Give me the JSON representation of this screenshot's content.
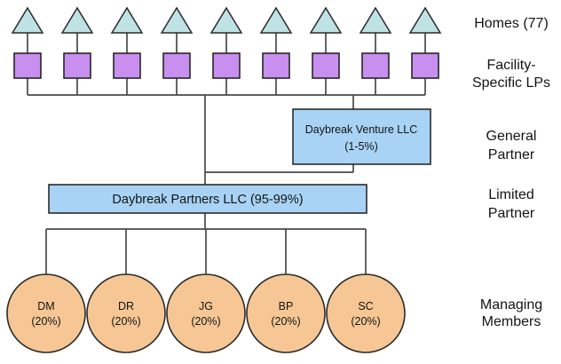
{
  "diagram": {
    "type": "organizational-structure",
    "right_labels": {
      "homes": "Homes (77)",
      "facility_line1": "Facility-",
      "facility_line2": "Specific LPs",
      "general_line1": "General",
      "general_line2": "Partner",
      "limited_line1": "Limited",
      "limited_line2": "Partner",
      "managing_line1": "Managing",
      "managing_line2": "Members"
    },
    "general_partner_box": {
      "line1": "Daybreak Venture LLC",
      "line2": "(1-5%)"
    },
    "limited_partner_box": {
      "label": "Daybreak Partners LLC (95-99%)"
    },
    "members": [
      {
        "initials": "DM",
        "share": "(20%)"
      },
      {
        "initials": "DR",
        "share": "(20%)"
      },
      {
        "initials": "JG",
        "share": "(20%)"
      },
      {
        "initials": "BP",
        "share": "(20%)"
      },
      {
        "initials": "SC",
        "share": "(20%)"
      }
    ],
    "shape_counts": {
      "home_triangles": 9,
      "facility_lp_squares": 9,
      "member_circles": 5
    },
    "colors": {
      "triangle_fill": "#bfe2e4",
      "square_fill": "#c88fee",
      "box_fill": "#a8d3f4",
      "circle_fill": "#f6c794",
      "connector": "#4a4a4a",
      "outline": "#2b2b2b",
      "text": "#141414",
      "background": "#ffffff"
    }
  }
}
